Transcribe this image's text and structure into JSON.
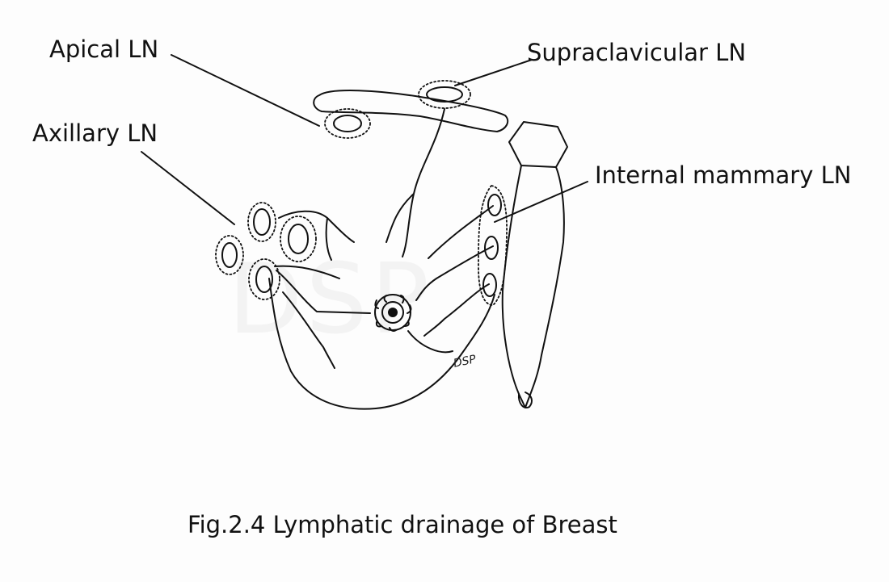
{
  "figure": {
    "labels": {
      "apical": "Apical LN",
      "supraclavicular": "Supraclavicular LN",
      "axillary": "Axillary LN",
      "internal_mammary": "Internal mammary LN"
    },
    "caption": "Fig.2.4 Lymphatic drainage of Breast",
    "watermark": "DSP",
    "signature": "DSP"
  }
}
